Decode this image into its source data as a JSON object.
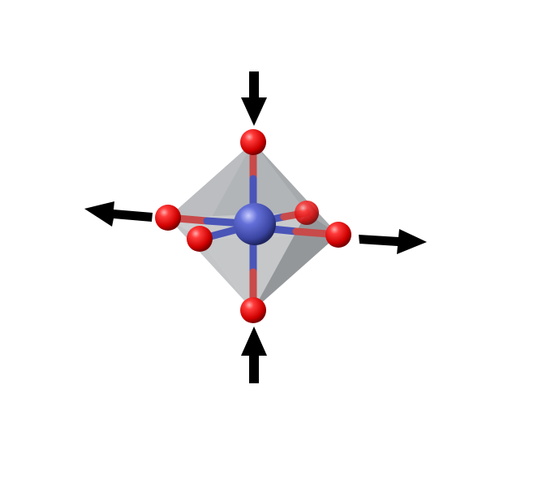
{
  "diagram": {
    "subject": "octahedral-coordination-distortion",
    "colors": {
      "background": "#ffffff",
      "center_atom": "#4a55b8",
      "ligand_atom": "#e01010",
      "bond_center_half": "#4a55b8",
      "bond_ligand_half": "#c84040",
      "polyhedron_face": "#8f9396",
      "arrow": "#000000"
    },
    "arrows": [
      {
        "id": "top",
        "direction": "inward"
      },
      {
        "id": "bottom",
        "direction": "inward"
      },
      {
        "id": "left",
        "direction": "outward"
      },
      {
        "id": "right",
        "direction": "outward"
      }
    ],
    "atoms": [
      {
        "id": "center",
        "element": "metal"
      },
      {
        "id": "top",
        "element": "oxygen"
      },
      {
        "id": "bottom",
        "element": "oxygen"
      },
      {
        "id": "left",
        "element": "oxygen"
      },
      {
        "id": "front-left",
        "element": "oxygen"
      },
      {
        "id": "back-right",
        "element": "oxygen"
      },
      {
        "id": "right",
        "element": "oxygen"
      }
    ]
  }
}
